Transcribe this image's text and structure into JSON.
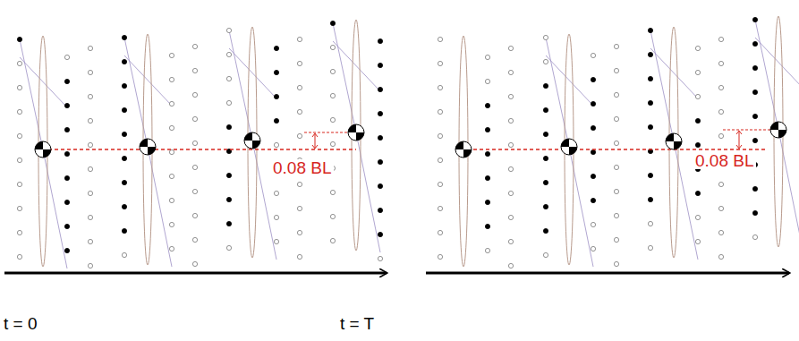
{
  "diagram": {
    "labels": [
      "0.08 BL",
      "0.08 BL",
      "t = 0",
      "t = T"
    ]
  }
}
